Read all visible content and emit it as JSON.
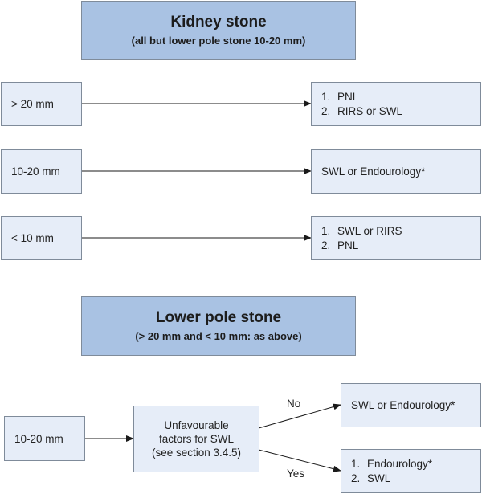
{
  "kidney": {
    "title": "Kidney stone",
    "subtitle": "(all but lower pole stone 10-20 mm)",
    "rows": [
      {
        "size": "> 20 mm",
        "options": [
          "PNL",
          "RIRS or SWL"
        ]
      },
      {
        "size": "10-20 mm",
        "single": "SWL or Endourology*"
      },
      {
        "size": "< 10 mm",
        "options": [
          "SWL or RIRS",
          "PNL"
        ]
      }
    ]
  },
  "lower_pole": {
    "title": "Lower pole stone",
    "subtitle": "(> 20 mm and < 10 mm: as above)",
    "size": "10-20 mm",
    "decision": [
      "Unfavourable",
      "factors for SWL",
      "(see section 3.4.5)"
    ],
    "no_label": "No",
    "yes_label": "Yes",
    "no_result": "SWL or Endourology*",
    "yes_options": [
      "Endourology*",
      "SWL"
    ]
  },
  "colors": {
    "header": "#a9c2e3",
    "cell": "#e6edf8",
    "border": "#7f8b9a"
  }
}
